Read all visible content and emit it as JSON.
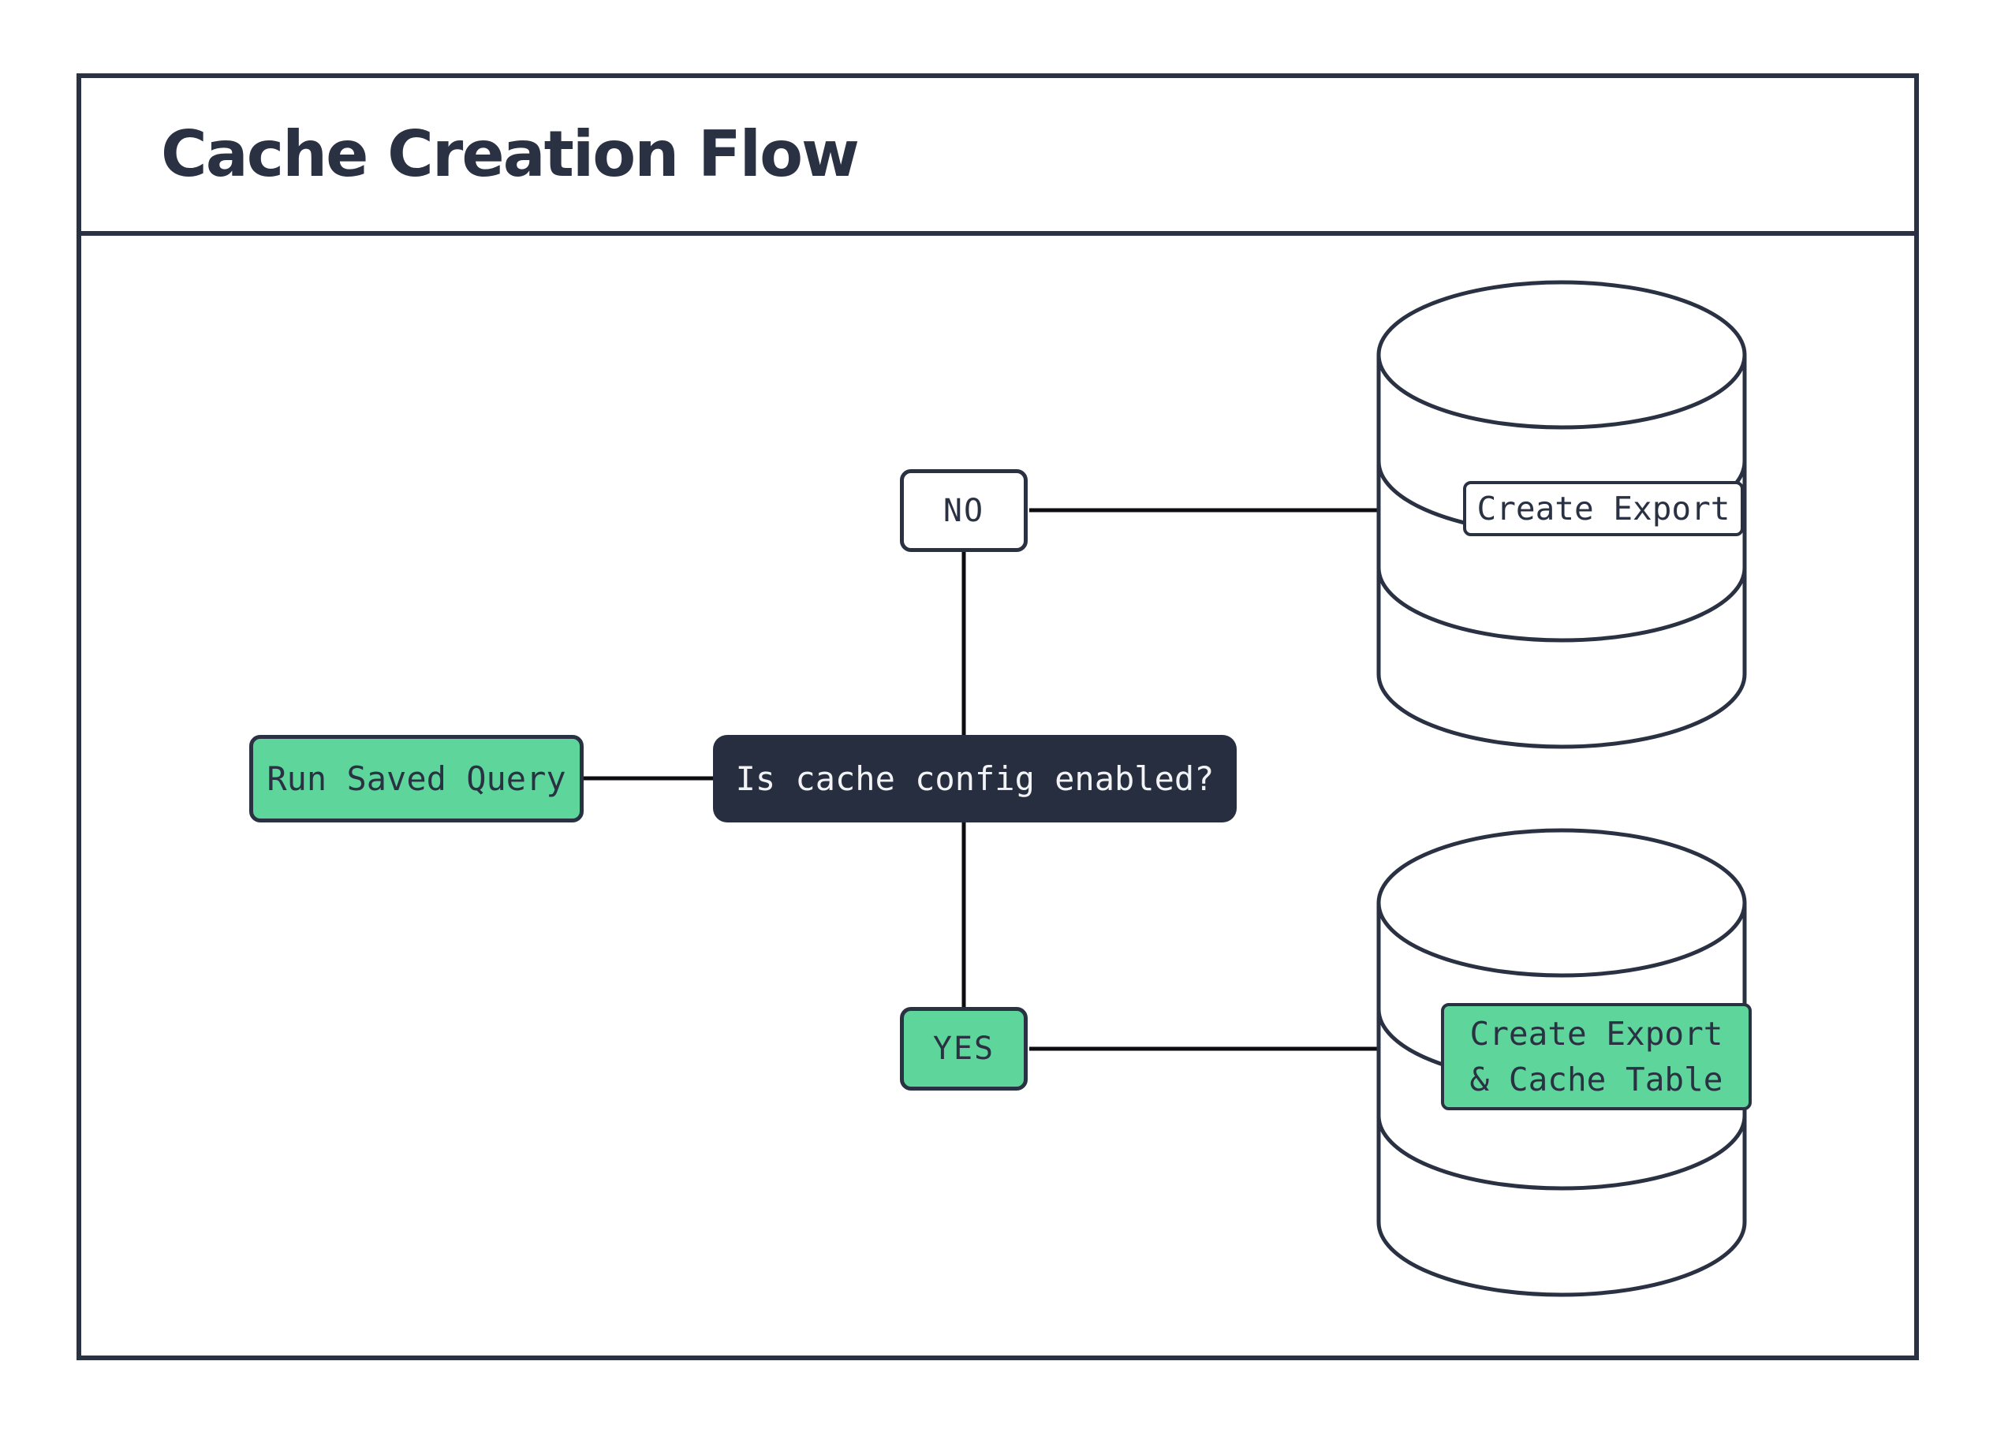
{
  "title": "Cache Creation Flow",
  "colors": {
    "ink": "#2a3142",
    "connector": "#0c0d11",
    "green": "#5ed69b",
    "node-bg": "#ffffff",
    "decision-bg": "#272e3f",
    "decision-text": "#f2f3f5",
    "canvas-bg": "#ffffff"
  },
  "nodes": {
    "start": {
      "label": "Run Saved Query"
    },
    "decision": {
      "label": "Is cache config enabled?"
    },
    "branch_no": {
      "label": "NO"
    },
    "branch_yes": {
      "label": "YES"
    },
    "export": {
      "label": "Create Export"
    },
    "export_cache": {
      "label": "Create Export\n& Cache Table"
    }
  },
  "icons": {
    "no_result": "database-cylinder-icon",
    "yes_result": "database-cylinder-icon"
  }
}
